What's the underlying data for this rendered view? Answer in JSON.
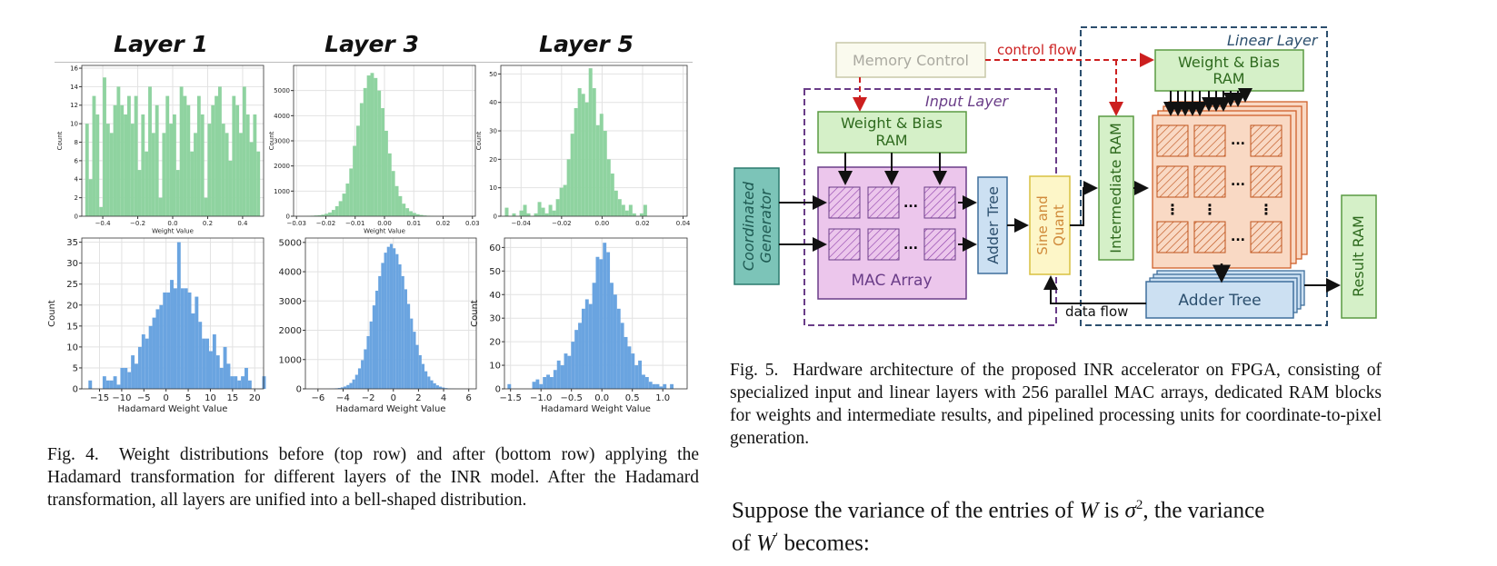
{
  "fig4": {
    "layer_titles": [
      "Layer 1",
      "Layer 3",
      "Layer 5"
    ],
    "caption_label": "Fig. 4.",
    "caption_text": "Weight distributions before (top row) and after (bottom row) applying the Hadamard transformation for different layers of the INR model. After the Hadamard transformation, all layers are unified into a bell-shaped distribution."
  },
  "fig5": {
    "caption_label": "Fig. 5.",
    "caption_text": "Hardware architecture of the proposed INR accelerator on FPGA, consisting of specialized input and linear layers with 256 parallel MAC arrays, dedicated RAM blocks for weights and intermediate results, and pipelined processing units for coordinate-to-pixel generation.",
    "labels": {
      "memory_control": "Memory Control",
      "control_flow": "control flow",
      "linear_layer": "Linear Layer",
      "input_layer": "Input Layer",
      "wb_ram": "Weight & Bias",
      "ram": "RAM",
      "coord_gen_1": "Coordinated",
      "coord_gen_2": "Generator",
      "mac_array": "MAC Array",
      "adder_tree": "Adder Tree",
      "sine_1": "Sine and",
      "sine_2": "Quant",
      "intermediate_ram": "Intermediate RAM",
      "result_ram": "Result RAM",
      "data_flow": "data flow",
      "dots": "...",
      "vdots": "⋮"
    },
    "colors": {
      "green_fill": "#d5f0c8",
      "green_stroke": "#5a9a42",
      "pink_fill": "#ecc6ec",
      "purple": "#6a3d88",
      "teal_fill": "#7cc4b8",
      "teal_stroke": "#2b7a6e",
      "blue_fill": "#cce0f2",
      "blue_stroke": "#3f6f9c",
      "orange_fill": "#f9d9c4",
      "orange_stroke": "#d0602a",
      "red": "#cc1f1f",
      "navy": "#2c4f6e"
    }
  },
  "text_para": {
    "line1_a": "Suppose the variance of the entries of ",
    "var_W": "W",
    "line1_b": " is ",
    "sigma": "σ",
    "sup": "2",
    "line1_c": ", the variance",
    "line2_a": "of ",
    "var_W2": "W",
    "prime": "′",
    "line2_b": " becomes:"
  },
  "chart_data": [
    {
      "type": "bar",
      "panel": "Layer 1 original",
      "xlabel": "Weight Value",
      "ylabel": "Count",
      "xlim": [
        -0.52,
        0.52
      ],
      "ylim": [
        0,
        16.3
      ],
      "xticks": [
        -0.4,
        -0.2,
        0.0,
        0.2,
        0.4
      ],
      "xtick_labels": [
        "−0.4",
        "−0.2",
        "0.0",
        "0.2",
        "0.4"
      ],
      "yticks": [
        0,
        2,
        4,
        6,
        8,
        10,
        12,
        14,
        16
      ],
      "ytick_labels": [
        "0",
        "2",
        "4",
        "6",
        "8",
        "10",
        "12",
        "14",
        "16"
      ],
      "grid": true,
      "color": "#8fd3a0",
      "x0": -0.5,
      "binw": 0.02,
      "values": [
        10,
        4,
        13,
        11,
        1,
        15,
        10,
        9,
        12,
        14,
        12,
        11,
        13,
        10,
        13,
        5,
        11,
        7,
        14,
        9,
        12,
        2,
        9,
        13,
        10,
        11,
        5,
        14,
        13,
        12,
        7,
        9,
        13,
        11,
        2,
        10,
        12,
        13,
        14,
        10,
        9,
        6,
        13,
        12,
        9,
        14,
        11,
        8,
        11,
        7
      ]
    },
    {
      "type": "bar",
      "panel": "Layer 3 original",
      "xlabel": "Weight Value",
      "ylabel": "Count",
      "xlim": [
        -0.031,
        0.031
      ],
      "ylim": [
        0,
        6000
      ],
      "xticks": [
        -0.03,
        -0.02,
        -0.01,
        0.0,
        0.01,
        0.02,
        0.03
      ],
      "xtick_labels": [
        "−0.03",
        "−0.02",
        "−0.01",
        "0.00",
        "0.01",
        "0.02",
        "0.03"
      ],
      "yticks": [
        0,
        1000,
        2000,
        3000,
        4000,
        5000
      ],
      "ytick_labels": [
        "0",
        "1000",
        "2000",
        "3000",
        "4000",
        "5000"
      ],
      "grid": true,
      "color": "#8fd3a0",
      "x0": -0.03,
      "binw": 0.0012,
      "values": [
        0,
        0,
        5,
        10,
        20,
        30,
        40,
        60,
        100,
        150,
        250,
        400,
        600,
        900,
        1300,
        1900,
        2800,
        3600,
        4500,
        5100,
        5600,
        5700,
        5500,
        5000,
        4300,
        3400,
        2500,
        1800,
        1200,
        800,
        500,
        320,
        200,
        130,
        80,
        50,
        30,
        20,
        10,
        5,
        3,
        2,
        1,
        0,
        0,
        0,
        0,
        0,
        0,
        0
      ]
    },
    {
      "type": "bar",
      "panel": "Layer 5 original",
      "xlabel": "",
      "ylabel": "Count",
      "xlim": [
        -0.05,
        0.042
      ],
      "ylim": [
        0,
        53
      ],
      "xticks": [
        -0.04,
        -0.02,
        0.0,
        0.02,
        0.04
      ],
      "xtick_labels": [
        "−0.04",
        "−0.02",
        "0.00",
        "0.02",
        "0.04"
      ],
      "yticks": [
        0,
        10,
        20,
        30,
        40,
        50
      ],
      "ytick_labels": [
        "0",
        "10",
        "20",
        "30",
        "40",
        "50"
      ],
      "grid": true,
      "color": "#8fd3a0",
      "x0": -0.048,
      "binw": 0.0018,
      "values": [
        3,
        0,
        1,
        0,
        2,
        4,
        1,
        0,
        1,
        5,
        3,
        1,
        4,
        2,
        6,
        10,
        11,
        20,
        29,
        38,
        45,
        43,
        40,
        52,
        45,
        32,
        36,
        30,
        20,
        15,
        9,
        6,
        4,
        2,
        4,
        1,
        0,
        1,
        4,
        0,
        0,
        0,
        0,
        0,
        0,
        0,
        0,
        0,
        0,
        0
      ]
    },
    {
      "type": "bar",
      "panel": "Layer 1 Hadamard",
      "xlabel": "Hadamard Weight Value",
      "ylabel": "Count",
      "xlim": [
        -19,
        22
      ],
      "ylim": [
        0,
        36
      ],
      "xticks": [
        -15,
        -10,
        -5,
        0,
        5,
        10,
        15,
        20
      ],
      "xtick_labels": [
        "−15",
        "−10",
        "−5",
        "0",
        "5",
        "10",
        "15",
        "20"
      ],
      "yticks": [
        0,
        5,
        10,
        15,
        20,
        25,
        30,
        35
      ],
      "ytick_labels": [
        "0",
        "5",
        "10",
        "15",
        "20",
        "25",
        "30",
        "35"
      ],
      "grid": true,
      "color": "#6aa4e0",
      "x0": -17.5,
      "binw": 0.8,
      "values": [
        2,
        0,
        0,
        0,
        3,
        2,
        2,
        3,
        1,
        5,
        5,
        4,
        8,
        6,
        10,
        13,
        12,
        15,
        17,
        19,
        20,
        23,
        23,
        26,
        24,
        35,
        24,
        24,
        23,
        18,
        22,
        16,
        12,
        12,
        9,
        13,
        8,
        5,
        10,
        6,
        3,
        3,
        2,
        3,
        5,
        2,
        0,
        0,
        0,
        3
      ]
    },
    {
      "type": "bar",
      "panel": "Layer 3 Hadamard",
      "xlabel": "Hadamard Weight Value",
      "ylabel": "",
      "xlim": [
        -7,
        6.6
      ],
      "ylim": [
        0,
        5150
      ],
      "xticks": [
        -6,
        -4,
        -2,
        0,
        2,
        4,
        6
      ],
      "xtick_labels": [
        "−6",
        "−4",
        "−2",
        "0",
        "2",
        "4",
        "6"
      ],
      "yticks": [
        0,
        1000,
        2000,
        3000,
        4000,
        5000
      ],
      "ytick_labels": [
        "0",
        "1000",
        "2000",
        "3000",
        "4000",
        "5000"
      ],
      "grid": true,
      "color": "#6aa4e0",
      "x0": -5.8,
      "binw": 0.23,
      "values": [
        0,
        0,
        2,
        5,
        10,
        18,
        30,
        50,
        80,
        130,
        200,
        320,
        480,
        700,
        980,
        1350,
        1800,
        2300,
        2850,
        3350,
        3850,
        4300,
        4650,
        4850,
        4950,
        4800,
        4600,
        4250,
        3850,
        3400,
        2900,
        2400,
        1950,
        1500,
        1150,
        850,
        600,
        420,
        290,
        190,
        120,
        75,
        45,
        25,
        15,
        8,
        4,
        2,
        1,
        0
      ]
    },
    {
      "type": "bar",
      "panel": "Layer 5 Hadamard",
      "xlabel": "Hadamard Weight Value",
      "ylabel": "Count",
      "xlim": [
        -1.6,
        1.4
      ],
      "ylim": [
        0,
        64
      ],
      "xticks": [
        -1.5,
        -1.0,
        -0.5,
        0.0,
        0.5,
        1.0
      ],
      "xtick_labels": [
        "−1.5",
        "−1.0",
        "−0.5",
        "0.0",
        "0.5",
        "1.0"
      ],
      "yticks": [
        0,
        10,
        20,
        30,
        40,
        50,
        60
      ],
      "ytick_labels": [
        "0",
        "10",
        "20",
        "30",
        "40",
        "50",
        "60"
      ],
      "grid": true,
      "color": "#6aa4e0",
      "x0": -1.55,
      "binw": 0.058,
      "values": [
        2,
        0,
        0,
        0,
        0,
        0,
        0,
        3,
        4,
        2,
        5,
        6,
        5,
        8,
        12,
        10,
        15,
        14,
        20,
        25,
        28,
        34,
        38,
        36,
        45,
        56,
        55,
        62,
        58,
        45,
        40,
        34,
        28,
        22,
        18,
        15,
        10,
        12,
        6,
        5,
        3,
        2,
        2,
        1,
        2,
        0,
        2,
        0,
        0,
        0
      ]
    }
  ]
}
